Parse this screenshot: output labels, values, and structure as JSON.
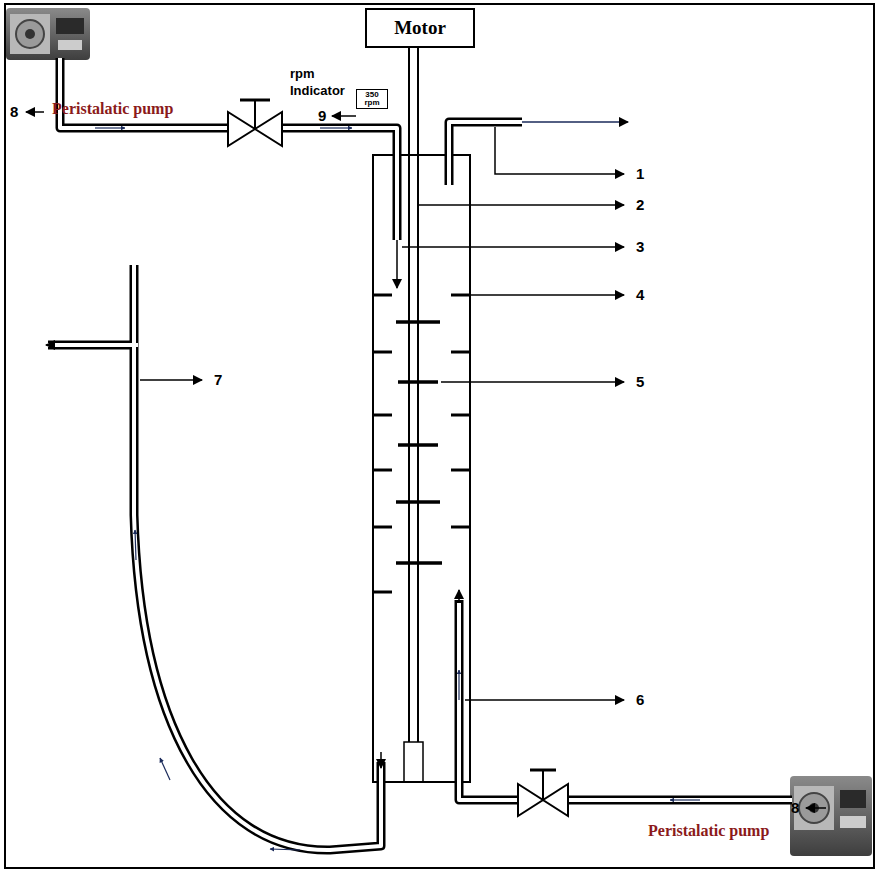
{
  "diagram": {
    "nodes": [
      {
        "text": [
          "Motor"
        ]
      },
      {
        "text": [
          "350 rpm"
        ]
      }
    ],
    "labels": [
      "8",
      "Peristalatic pump",
      "rpm Indicator",
      "9",
      "1",
      "2",
      "3",
      "4",
      "5",
      "7",
      "6",
      "8",
      "Peristalatic pump"
    ]
  }
}
